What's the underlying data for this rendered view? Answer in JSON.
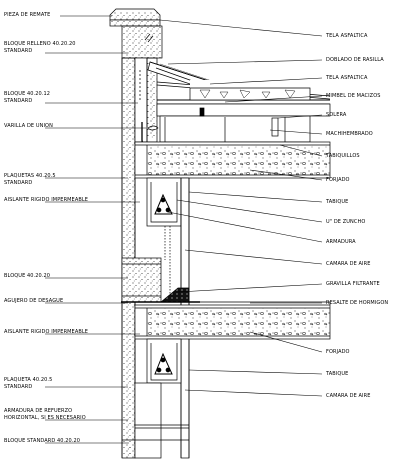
{
  "labels": {
    "left": {
      "pieza_de_remate": "PIEZA DE REMATE",
      "bloque_relleno_1": "BLOQUE RELLENO  40.20.20",
      "bloque_relleno_2": "STANDARD",
      "bloque_40_20_12_1": "BLOQUE  40.20.12",
      "bloque_40_20_12_2": "STANDARD",
      "varilla_de_union": "VARILLA DE UNION",
      "plaquetas_1": "PLAQUETAS  40.20.5",
      "plaquetas_2": "STANDARD",
      "aislante_1": "AISLANTE RIGIDO IMPERMEABLE",
      "bloque_40_20_20": "BLOQUE  40.20.20",
      "agujero": "AGUJERO DE DESAGUE",
      "aislante_2": "AISLANTE RIGIDO IMPERMEABLE",
      "plaqueta_1": "PLAQUETA  40.20.5",
      "plaqueta_2": "STANDARD",
      "armadura_refuerzo_1": "ARMADURA DE REFUERZO",
      "armadura_refuerzo_2": "HORIZONTAL,  SI ES NECESARIO",
      "bloque_standard": "BLOQUE STANDARD  40.20.20"
    },
    "right": {
      "tela_asfaltica_1": "TELA ASFALTICA",
      "doblado_de_rasilla": "DOBLADO DE RASILLA",
      "tela_asfaltica_2": "TELA ASFALTICA",
      "mimbel_de_macizos": "MIMBEL DE MACIZOS",
      "solera": "SOLERA",
      "machihembrado": "MACHIHEMBRADO",
      "tabiquillos": "TABIQUILLOS",
      "forjado_1": "FORJADO",
      "tabique_1": "TABIQUE",
      "u_de_zuncho": "U\" DE ZUNCHO",
      "armadura": "ARMADURA",
      "camara_de_aire_1": "CAMARA DE AIRE",
      "gravilla_filtrante": "GRAVILLA FILTRANTE",
      "resalte_de_hormigon": "RESALTE DE HORMIGON",
      "forjado_2": "FORJADO",
      "tabique_2": "TABIQUE",
      "camara_de_aire_2": "CAMARA DE AIRE"
    }
  }
}
